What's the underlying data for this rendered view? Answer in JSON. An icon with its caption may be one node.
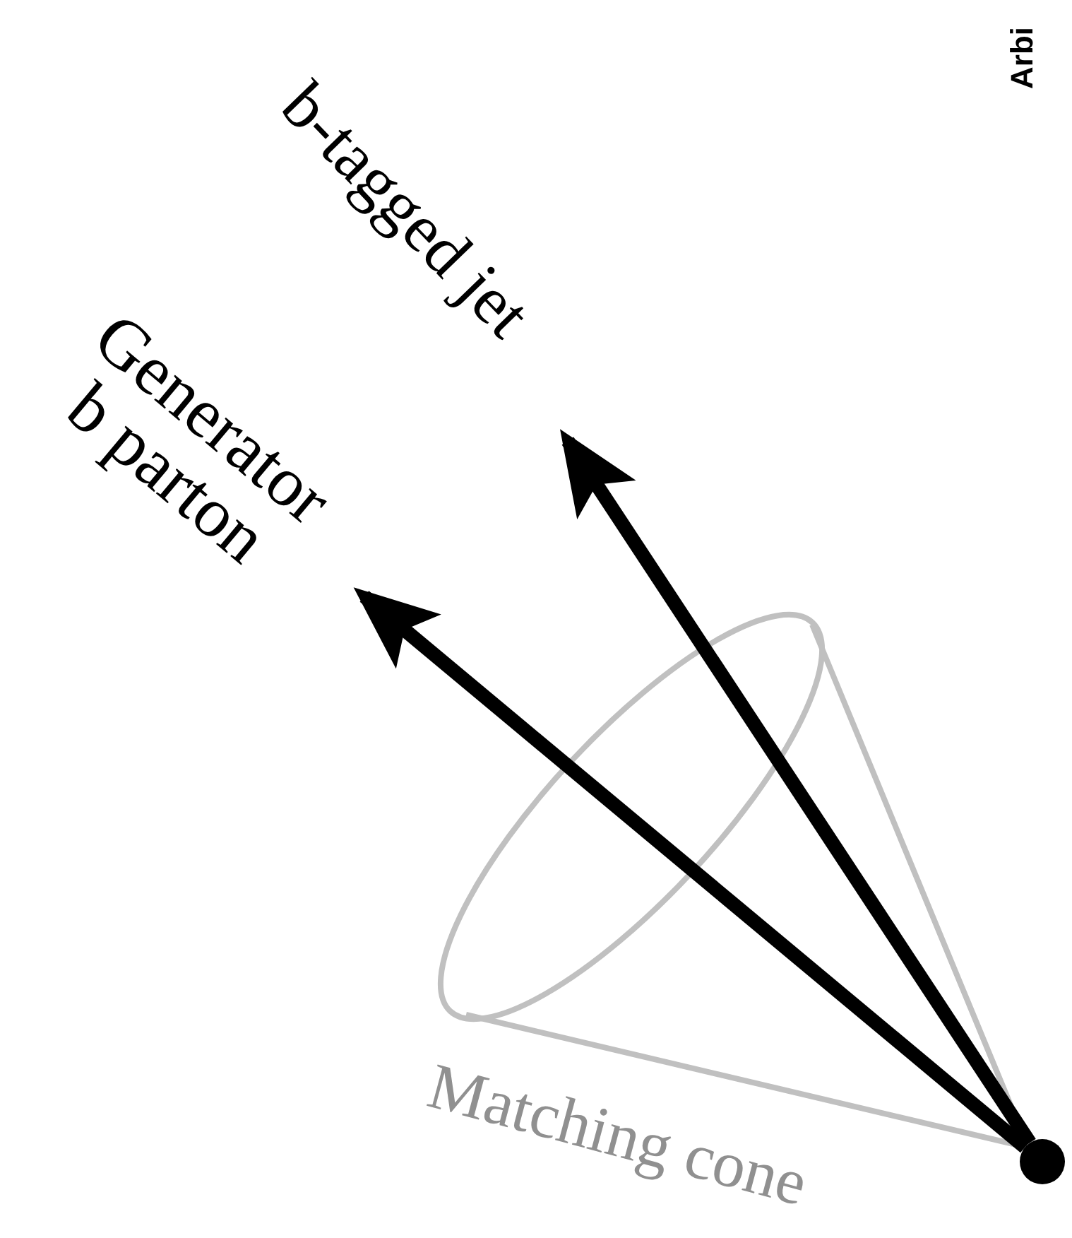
{
  "diagram": {
    "nodes": [
      {
        "text": [],
        "shape": "circle"
      },
      {
        "text": [
          "Generator b parton"
        ]
      },
      {
        "text": [
          "b-tagged jet"
        ]
      }
    ],
    "edges": [
      {
        "from": 0,
        "to": 1,
        "arrow": "to"
      },
      {
        "from": 0,
        "to": 2,
        "arrow": "to"
      }
    ],
    "labels": [
      "Matching cone",
      "Arbi"
    ]
  }
}
